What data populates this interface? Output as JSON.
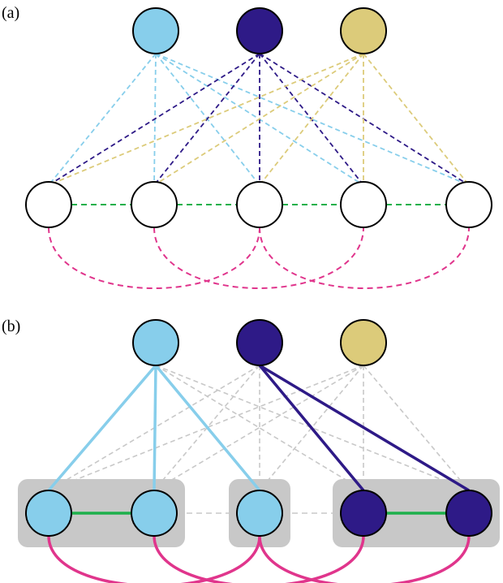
{
  "panels": [
    {
      "label": "(a)"
    },
    {
      "label": "(b)"
    }
  ],
  "colors": {
    "light_blue": "#87ceeb",
    "dark_blue": "#2e1a87",
    "khaki": "#dccb7a",
    "white": "#ffffff",
    "green": "#1eb04b",
    "pink": "#e0358c",
    "gray_dash": "#c8c8c8",
    "gray_box": "#c8c8c8"
  },
  "diagram": {
    "top_nodes": [
      "light_blue",
      "dark_blue",
      "khaki"
    ],
    "panel_a": {
      "bottom_nodes": [
        "white",
        "white",
        "white",
        "white",
        "white"
      ],
      "top_to_bottom_edges": "all_dashed_colored_by_top_node",
      "bottom_chain_edges": [
        [
          0,
          1
        ],
        [
          1,
          2
        ],
        [
          2,
          3
        ],
        [
          3,
          4
        ]
      ],
      "bottom_arc_edges": [
        [
          0,
          2
        ],
        [
          1,
          3
        ],
        [
          2,
          4
        ]
      ]
    },
    "panel_b": {
      "bottom_nodes": [
        "light_blue",
        "light_blue",
        "light_blue",
        "dark_blue",
        "dark_blue"
      ],
      "groups": [
        [
          0,
          1
        ],
        [
          2
        ],
        [
          3,
          4
        ]
      ],
      "solid_assignment_edges": [
        [
          0,
          0
        ],
        [
          0,
          1
        ],
        [
          0,
          2
        ],
        [
          1,
          3
        ],
        [
          1,
          4
        ]
      ],
      "other_edges": "dashed_gray",
      "solid_chain_edges": [
        [
          0,
          1
        ],
        [
          3,
          4
        ]
      ],
      "dashed_chain_edges": [
        [
          1,
          2
        ],
        [
          2,
          3
        ]
      ],
      "solid_arc_edges": [
        [
          0,
          2
        ],
        [
          1,
          3
        ],
        [
          2,
          4
        ]
      ]
    }
  }
}
